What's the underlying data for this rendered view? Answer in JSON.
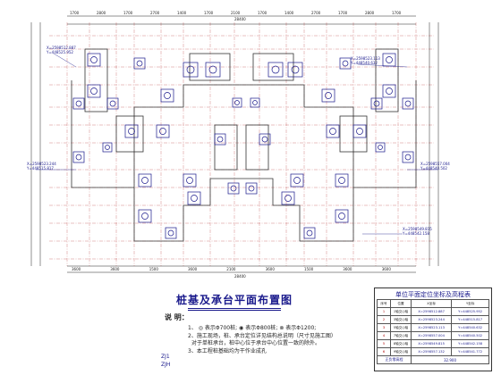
{
  "drawing": {
    "title": "桩基及承台平面布置图",
    "colors": {
      "axis": "#a00000",
      "dimension": "#222222",
      "pile": "#1a1a8c",
      "wall": "#333333",
      "background": "#ffffff"
    }
  },
  "top_dimensions": [
    "1700",
    "2800",
    "1700",
    "2700",
    "1400",
    "1700",
    "2100",
    "1700",
    "1400",
    "2700",
    "1700",
    "2800",
    "1700"
  ],
  "top_total": "28400",
  "bottom_dimensions": [
    "3600",
    "3600",
    "1500",
    "3600",
    "2100",
    "3600",
    "1500",
    "3600",
    "3600"
  ],
  "bottom_total": "28400",
  "coordinates": [
    {
      "x": "X=2598512.887",
      "y": "Y=448525.952"
    },
    {
      "x": "X=2598523.244",
      "y": "Y=448515.817"
    },
    {
      "x": "X=2598523.113",
      "y": "Y=448540.632"
    },
    {
      "x": "X=2598557.004",
      "y": "Y=448540.502"
    },
    {
      "x": "X=2598549.815",
      "y": "Y=448542.158"
    }
  ],
  "notes": {
    "heading": "说 明：",
    "line1_a": "1、",
    "line1_b": "表示Φ700桩;",
    "line1_c": "表示Φ800桩;",
    "line1_d": "表示Φ1200;",
    "line2": "2、施工现场，桩、承台定位详见结构总说明（尺寸见施工图）",
    "line3": "对于单桩承台，桩中心位于承台中心位置一致的除外。",
    "line4": "3、本工程桩基础均为干作业成孔",
    "zj_label": "ZJ1",
    "zjh_label": "ZJH"
  },
  "legend": {
    "title": "单位平面定位坐标及高程表",
    "headers": [
      "序号",
      "位置",
      "X坐标",
      "Y坐标"
    ],
    "rows": [
      {
        "no": "1",
        "pos": "1轴交◎轴",
        "x": "X=2598512.887",
        "y": "Y=448525.952"
      },
      {
        "no": "2",
        "pos": "3轴交◎轴",
        "x": "X=2598523.244",
        "y": "Y=448515.817"
      },
      {
        "no": "3",
        "pos": "5轴交◎轴",
        "x": "X=2598523.113",
        "y": "Y=448540.632"
      },
      {
        "no": "4",
        "pos": "7轴交◎轴",
        "x": "X=2598557.004",
        "y": "Y=448540.502"
      },
      {
        "no": "5",
        "pos": "8轴交◎轴",
        "x": "X=2598549.815",
        "y": "Y=448542.158"
      },
      {
        "no": "6",
        "pos": "9轴交◎轴",
        "x": "X=2598557.132",
        "y": "Y=448541.772"
      }
    ],
    "footer_label": "正负零高程",
    "footer_value": "32.900"
  }
}
